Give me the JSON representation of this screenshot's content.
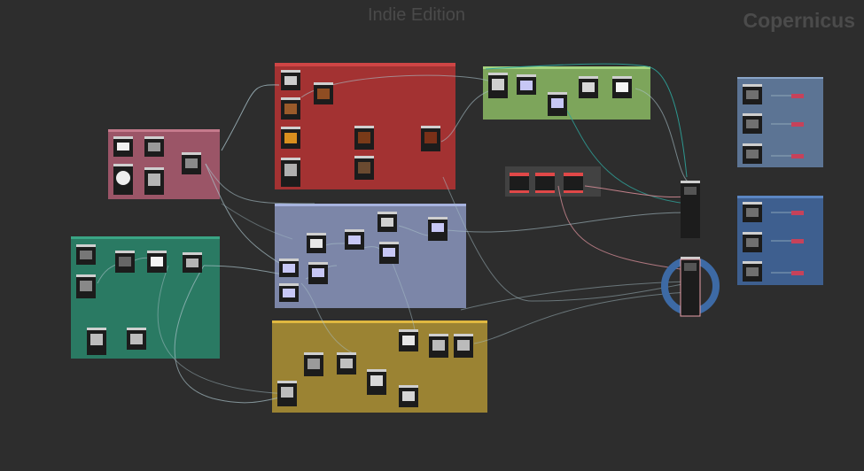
{
  "header": {
    "edition_label": "Indie Edition",
    "brand_label": "Copernicus"
  },
  "colors": {
    "background": "#2d2d2d",
    "box_pink": "#9b5567",
    "box_red": "#a33232",
    "box_green_light": "#7da55b",
    "box_teal": "#2a7a63",
    "box_lavender": "#7c86a8",
    "box_gold": "#9b8333",
    "box_steel": "#5c7494",
    "box_blue": "#3e5f8f",
    "box_dark": "#424242",
    "wire_light": "#a8c0c8",
    "wire_teal": "#2ea39a",
    "wire_pink": "#d08a94",
    "ring": "#3d6aa5"
  },
  "network": {
    "boxes": [
      {
        "name": "network-box-pink",
        "color": "#9b5567"
      },
      {
        "name": "network-box-red",
        "color": "#a33232"
      },
      {
        "name": "network-box-green",
        "color": "#7da55b"
      },
      {
        "name": "network-box-dark",
        "color": "#424242"
      },
      {
        "name": "network-box-teal",
        "color": "#2a7a63"
      },
      {
        "name": "network-box-lavender",
        "color": "#7c86a8"
      },
      {
        "name": "network-box-gold",
        "color": "#9b8333"
      },
      {
        "name": "network-box-steel",
        "color": "#5c7494"
      },
      {
        "name": "network-box-blue",
        "color": "#3e5f8f"
      }
    ]
  }
}
